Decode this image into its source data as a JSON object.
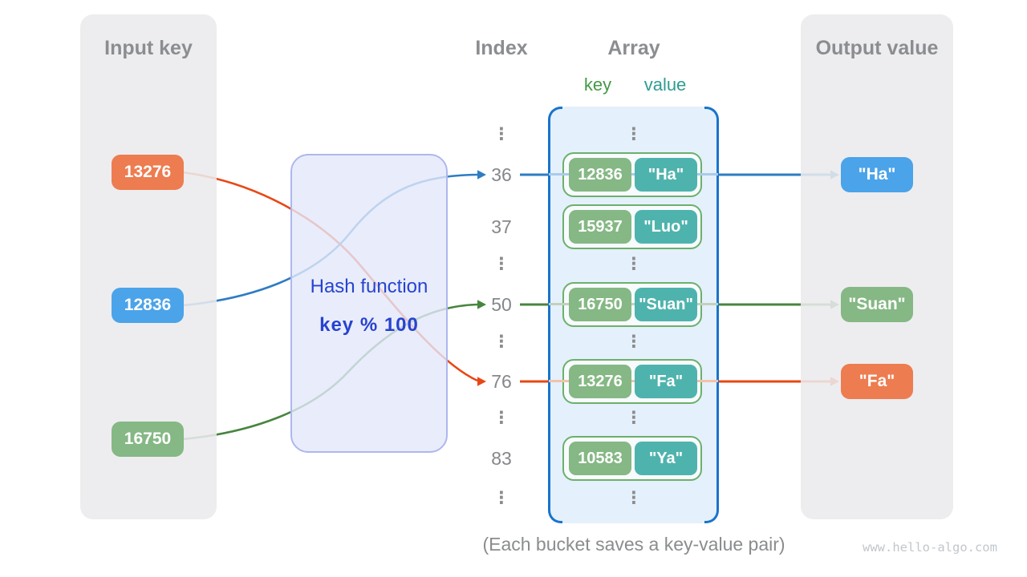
{
  "diagram": {
    "input_panel": {
      "title": "Input key"
    },
    "output_panel": {
      "title": "Output value"
    },
    "index_column": {
      "title": "Index",
      "items": [
        "⋮",
        "36",
        "37",
        "⋮",
        "50",
        "⋮",
        "76",
        "⋮",
        "83",
        "⋮"
      ]
    },
    "array_panel": {
      "title": "Array",
      "key_label": "key",
      "value_label": "value",
      "ellipsis": "⋮",
      "buckets": [
        {
          "key": "12836",
          "value": "\"Ha\""
        },
        {
          "key": "15937",
          "value": "\"Luo\""
        },
        {
          "key": "16750",
          "value": "\"Suan\""
        },
        {
          "key": "13276",
          "value": "\"Fa\""
        },
        {
          "key": "10583",
          "value": "\"Ya\""
        }
      ]
    },
    "hash_box": {
      "title": "Hash function",
      "formula": "key % 100"
    },
    "input_keys": [
      {
        "label": "13276",
        "color": "#ed7c50"
      },
      {
        "label": "12836",
        "color": "#4ba3e9"
      },
      {
        "label": "16750",
        "color": "#85b884"
      }
    ],
    "output_values": [
      {
        "label": "\"Ha\"",
        "color": "#4ba3e9"
      },
      {
        "label": "\"Suan\"",
        "color": "#85b884"
      },
      {
        "label": "\"Fa\"",
        "color": "#ed7c50"
      }
    ],
    "mappings": [
      {
        "input": "12836",
        "index": "36",
        "output": "\"Ha\"",
        "color": "#2e7cc4"
      },
      {
        "input": "16750",
        "index": "50",
        "output": "\"Suan\"",
        "color": "#47853f"
      },
      {
        "input": "13276",
        "index": "76",
        "output": "\"Fa\"",
        "color": "#e84715"
      }
    ],
    "caption": "(Each bucket saves a key-value pair)",
    "watermark": "www.hello-algo.com",
    "colors": {
      "panel_bg": "#eeeeef",
      "hash_box_bg": "#e4e8fa",
      "hash_box_border": "#aeb7ee",
      "hash_text": "#2743d0",
      "array_bg": "#e4f0fb",
      "array_bracket": "#1974cb",
      "bucket_border": "#6cb06c",
      "array_key_bg": "#85b884",
      "array_value_bg": "#4fb3ad",
      "heading_gray": "#8b8d90",
      "trace_blue": "#2e7cc4",
      "trace_green": "#47853f",
      "trace_orange": "#e84715",
      "trace_light_blue": "#a9cbe9",
      "trace_light_green": "#c3d0bf",
      "trace_light_orange": "#f2c2ab"
    }
  }
}
